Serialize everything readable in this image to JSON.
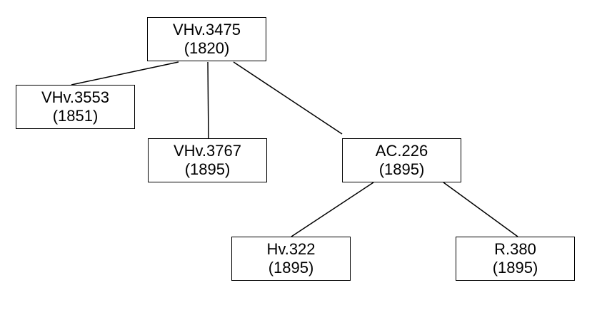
{
  "nodes": {
    "vhv3475": {
      "name": "VHv.3475",
      "year": "(1820)"
    },
    "vhv3553": {
      "name": "VHv.3553",
      "year": "(1851)"
    },
    "vhv3767": {
      "name": "VHv.3767",
      "year": "(1895)"
    },
    "ac226": {
      "name": "AC.226",
      "year": "(1895)"
    },
    "hv322": {
      "name": "Hv.322",
      "year": "(1895)"
    },
    "r380": {
      "name": "R.380",
      "year": "(1895)"
    }
  },
  "edges": [
    {
      "from": "vhv3475",
      "to": "vhv3553"
    },
    {
      "from": "vhv3475",
      "to": "vhv3767"
    },
    {
      "from": "vhv3475",
      "to": "ac226"
    },
    {
      "from": "ac226",
      "to": "hv322"
    },
    {
      "from": "ac226",
      "to": "r380"
    }
  ],
  "colors": {
    "line": "#000000",
    "border": "#000000",
    "background": "#ffffff"
  }
}
